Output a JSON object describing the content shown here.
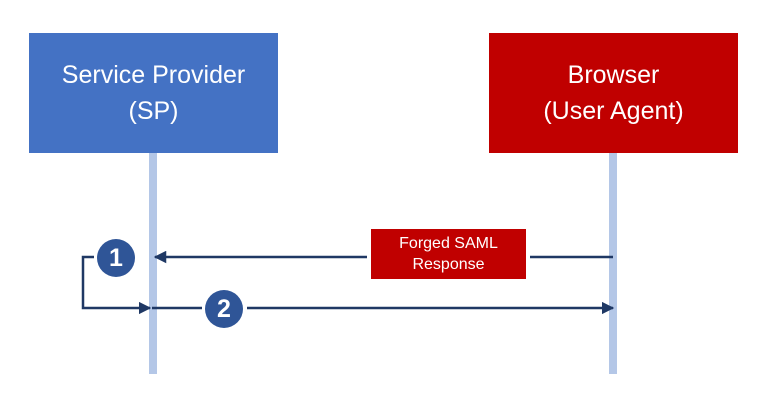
{
  "actors": {
    "service_provider": {
      "line1": "Service Provider",
      "line2": "(SP)"
    },
    "browser": {
      "line1": "Browser",
      "line2": "(User Agent)"
    }
  },
  "message": {
    "line1": "Forged SAML",
    "line2": "Response"
  },
  "steps": {
    "step1": "1",
    "step2": "2"
  },
  "colors": {
    "sp_box": "#4472C4",
    "browser_box": "#C00000",
    "lifeline": "#B4C7E7",
    "arrow": "#1F3864",
    "step_badge": "#2F5597",
    "message_label": "#C00000"
  }
}
